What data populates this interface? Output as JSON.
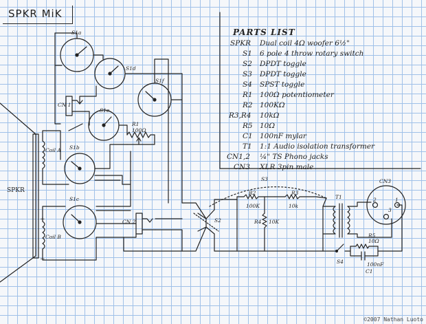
{
  "title": "SPKR MiK",
  "parts_list": {
    "heading": "PARTS LIST",
    "items": [
      {
        "ref": "SPKR",
        "desc": "Dual coil 4Ω woofer 6½\""
      },
      {
        "ref": "S1",
        "desc": "6 pole 4 throw rotary switch"
      },
      {
        "ref": "S2",
        "desc": "DPDT toggle"
      },
      {
        "ref": "S3",
        "desc": "DPDT toggle"
      },
      {
        "ref": "S4",
        "desc": "SPST toggle"
      },
      {
        "ref": "R1",
        "desc": "100Ω potentiometer"
      },
      {
        "ref": "R2",
        "desc": "100KΩ"
      },
      {
        "ref": "R3,R4",
        "desc": "10kΩ"
      },
      {
        "ref": "R5",
        "desc": "10Ω"
      },
      {
        "ref": "C1",
        "desc": "100nF mylar"
      },
      {
        "ref": "T1",
        "desc": "1:1 Audio isolation transformer"
      },
      {
        "ref": "CN1,2",
        "desc": "¼\" TS Phono jacks"
      },
      {
        "ref": "CN3",
        "desc": "XLR 3pin male"
      }
    ]
  },
  "labels": {
    "s1a": "S1a",
    "s1b": "S1b",
    "s1c": "S1c",
    "s1d": "S1d",
    "s1e": "S1e",
    "s1f": "S1f",
    "cn1": "CN 1",
    "cn2": "CN 2",
    "cn3": "CN3",
    "r1": "R1",
    "r1_value": "100Ω",
    "r2": "R2",
    "r2_value": "100K",
    "r3": "R3",
    "r3_value": "10k",
    "r4": "R4",
    "r4_value": "10K",
    "r5": "R5",
    "r5_value": "10Ω",
    "c1": "C1",
    "c1_value": "100nF",
    "s2": "S2",
    "s3": "S3",
    "s4": "S4",
    "t1": "T1",
    "coil_a": "Coil A",
    "coil_b": "Coil B",
    "spkr": "SPKR",
    "pin1": "1",
    "pin2": "2",
    "pin3": "3",
    "plus": "+",
    "minus": "−"
  },
  "credit": "©2007 Nathan Luoto"
}
